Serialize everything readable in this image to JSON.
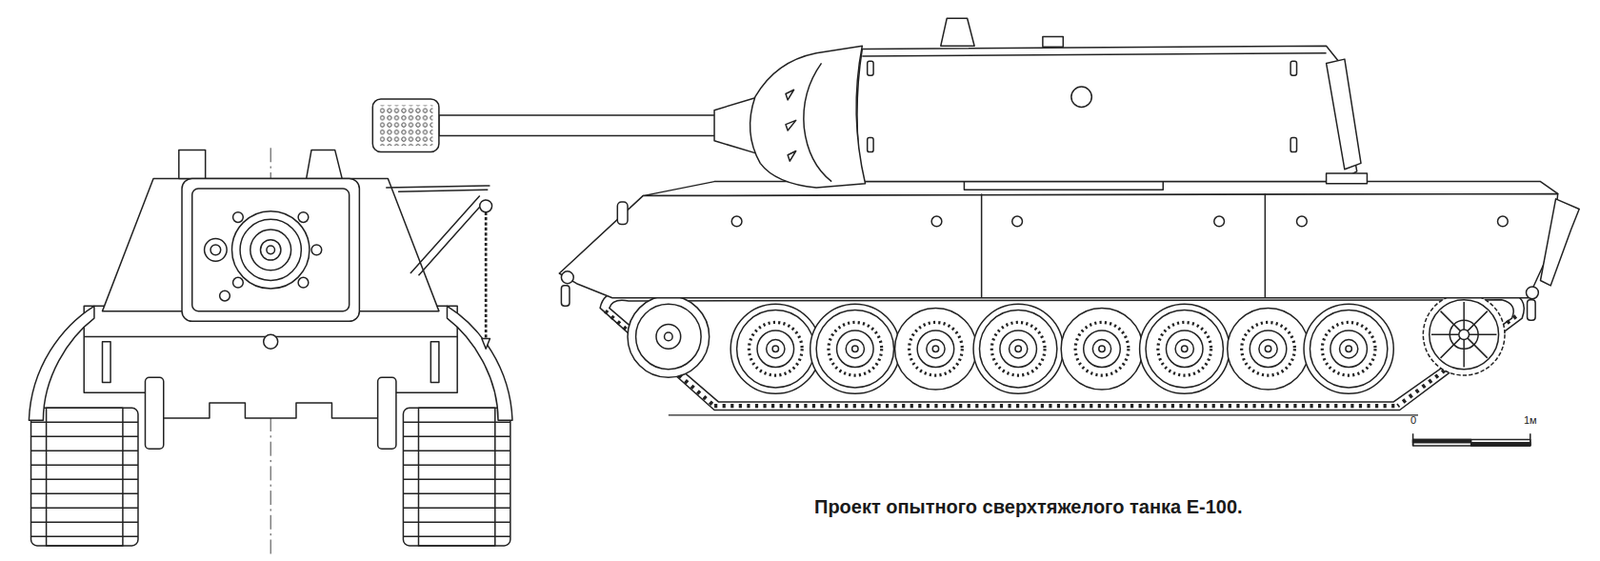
{
  "diagram": {
    "caption": "Проект опытного сверхтяжелого танка Е-100.",
    "labels": [
      "0",
      "1м"
    ]
  }
}
